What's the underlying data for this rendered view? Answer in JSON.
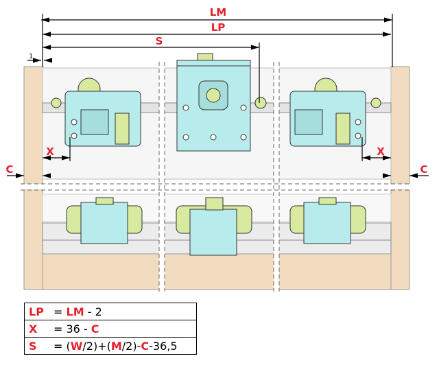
{
  "dimensions": {
    "lm": "LM",
    "lp": "LP",
    "s": "S",
    "gap": "1",
    "x_left": "X",
    "x_right": "X",
    "c_left": "C",
    "c_right": "C"
  },
  "formulas": [
    {
      "key": "LP",
      "parts": [
        "= ",
        "LM",
        " - 2"
      ]
    },
    {
      "key": "X",
      "parts": [
        "= 36 - ",
        "C"
      ]
    },
    {
      "key": "S",
      "parts": [
        "= (",
        "W",
        "/2)+(",
        "M",
        "/2)-",
        "C",
        "-36,5"
      ]
    }
  ],
  "colors": {
    "accent": "#e8202a",
    "wood": "#f1dcc0",
    "plate": "#b8ecec",
    "roller": "#d8eaa0"
  }
}
